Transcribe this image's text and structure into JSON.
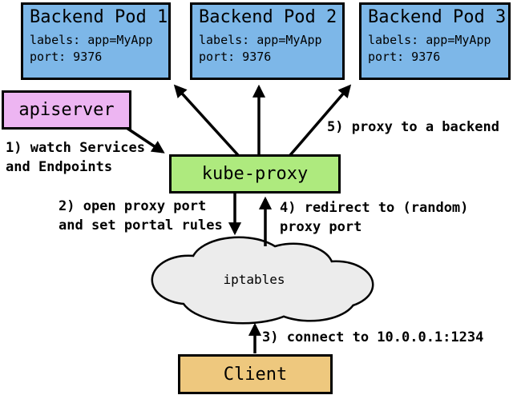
{
  "colors": {
    "pod_fill": "#7db7e8",
    "apiserver_fill": "#edb5f2",
    "kube_proxy_fill": "#aeea7e",
    "client_fill": "#eec87e",
    "cloud_fill": "#ececec",
    "outline": "#000000"
  },
  "pods": [
    {
      "title": "Backend Pod 1",
      "labels_line": "labels: app=MyApp",
      "port_line": "port: 9376"
    },
    {
      "title": "Backend Pod 2",
      "labels_line": "labels: app=MyApp",
      "port_line": "port: 9376"
    },
    {
      "title": "Backend Pod 3",
      "labels_line": "labels: app=MyApp",
      "port_line": "port: 9376"
    }
  ],
  "apiserver": {
    "label": "apiserver"
  },
  "kube_proxy": {
    "label": "kube-proxy"
  },
  "iptables": {
    "label": "iptables"
  },
  "client": {
    "label": "Client"
  },
  "annotations": {
    "step1": "1) watch Services\nand Endpoints",
    "step2": "2) open proxy port\nand set portal rules",
    "step3": "3) connect to 10.0.0.1:1234",
    "step4": "4) redirect to (random)\nproxy port",
    "step5": "5) proxy to a backend"
  }
}
